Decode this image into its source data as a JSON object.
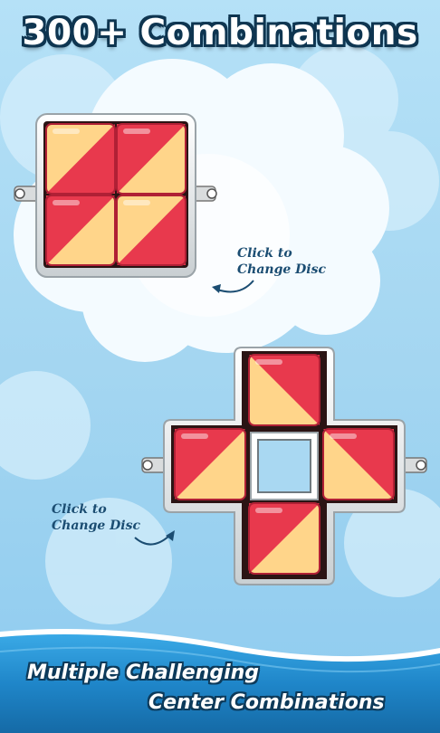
{
  "header": {
    "title": "300+ Combinations"
  },
  "hints": [
    {
      "line1": "Click to",
      "line2": "Change Disc"
    },
    {
      "line1": "Click to",
      "line2": "Change Disc"
    }
  ],
  "footer": {
    "line1": "Multiple Challenging",
    "line2": "Center Combinations"
  },
  "colors": {
    "sky": "#a9d8f2",
    "red": "#e83a4f",
    "yellow": "#ffd58a",
    "frame": "#e8eaea",
    "dark": "#1b4d72"
  },
  "icons": [
    "curved-arrow-icon",
    "peg-icon"
  ]
}
